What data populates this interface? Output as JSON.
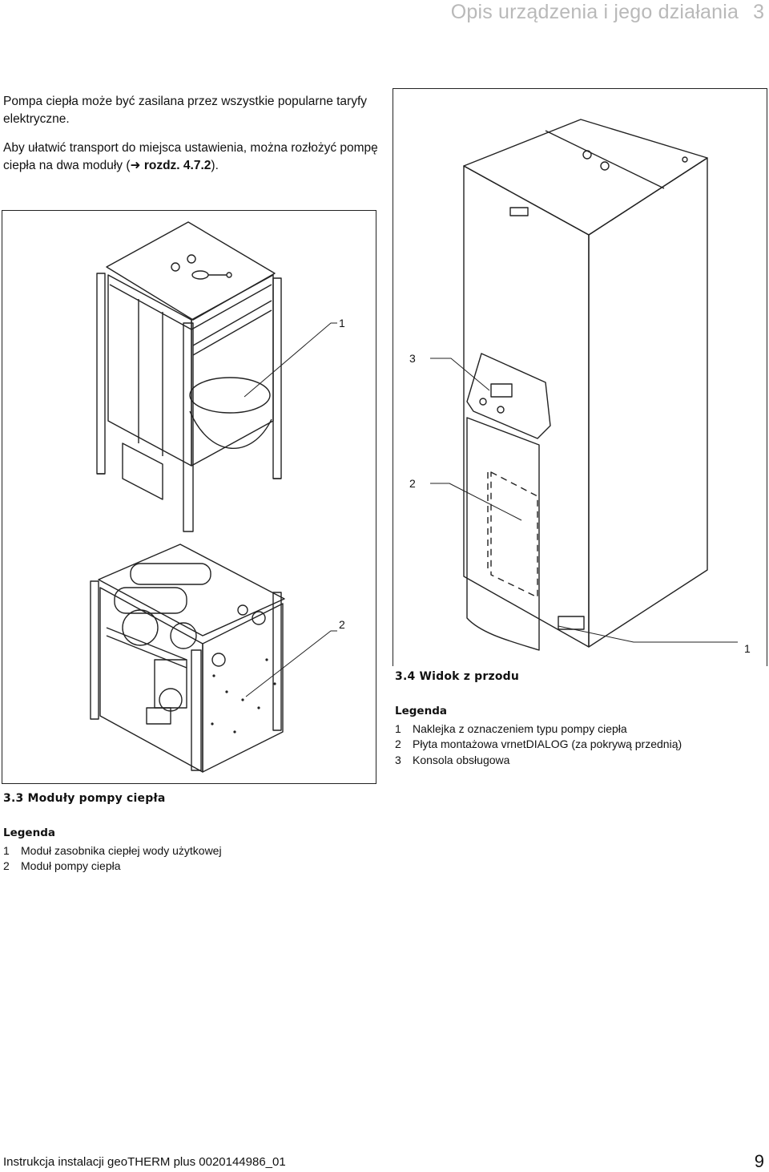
{
  "header": {
    "section_title": "Opis urządzenia i jego działania",
    "section_number": "3"
  },
  "intro": {
    "para1": "Pompa ciepła może być zasilana przez wszystkie popularne taryfy elektryczne.",
    "para2_text": "Aby ułatwić transport do miejsca ustawienia, można rozłożyć pompę ciepła na dwa moduły (",
    "para2_arrow": "➜",
    "para2_ref": " rozdz. 4.7.2",
    "para2_end": ")."
  },
  "figure_3_3": {
    "callout_1": "1",
    "callout_2": "2",
    "caption": "3.3 Moduły pompy ciepła",
    "legend_title": "Legenda",
    "legend": [
      {
        "num": "1",
        "text": "Moduł zasobnika ciepłej wody użytkowej"
      },
      {
        "num": "2",
        "text": "Moduł pompy ciepła"
      }
    ]
  },
  "figure_3_4": {
    "callout_3": "3",
    "callout_2": "2",
    "callout_1": "1",
    "caption": "3.4 Widok z przodu",
    "legend_title": "Legenda",
    "legend": [
      {
        "num": "1",
        "text": "Naklejka z oznaczeniem typu pompy ciepła"
      },
      {
        "num": "2",
        "text": "Płyta montażowa vrnetDIALOG (za pokrywą przednią)"
      },
      {
        "num": "3",
        "text": "Konsola obsługowa"
      }
    ]
  },
  "footer": {
    "doc_title": "Instrukcja instalacji geoTHERM plus 0020144986_01",
    "page_number": "9"
  }
}
